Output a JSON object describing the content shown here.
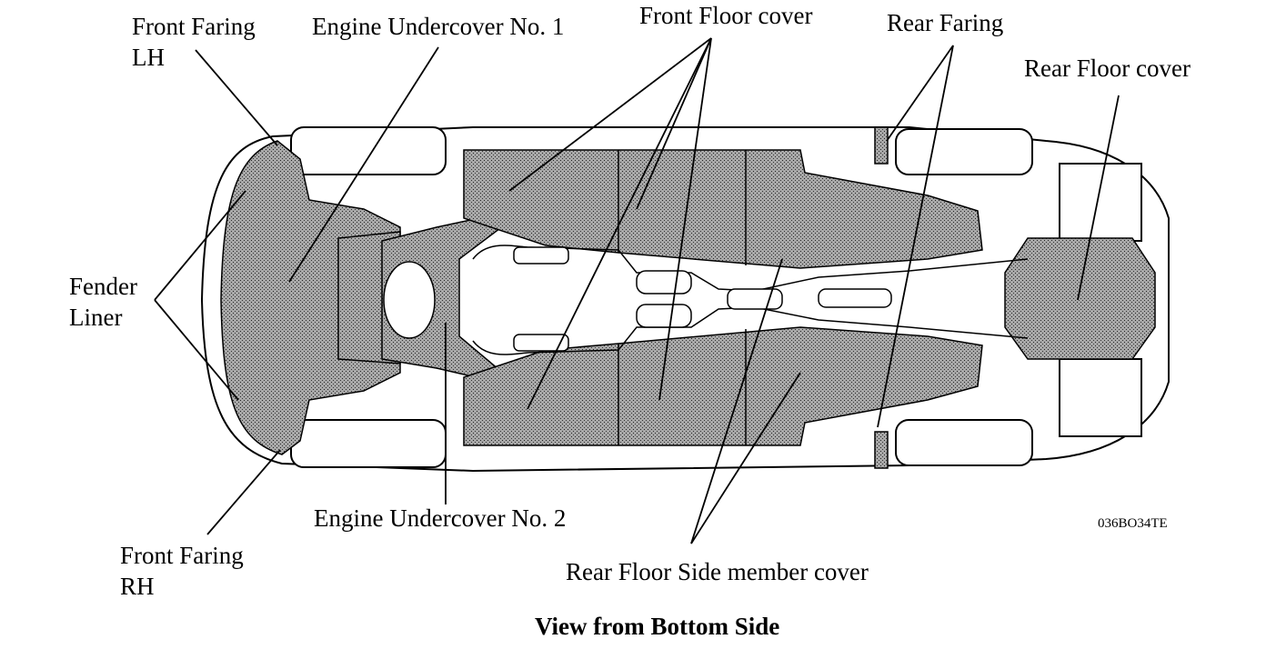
{
  "labels": {
    "front_faring_lh_1": "Front Faring",
    "front_faring_lh_2": "LH",
    "engine_undercover_1": "Engine Undercover No. 1",
    "front_floor_cover": "Front Floor cover",
    "rear_faring": "Rear Faring",
    "rear_floor_cover": "Rear Floor cover",
    "fender_liner_1": "Fender",
    "fender_liner_2": "Liner",
    "engine_undercover_2": "Engine Undercover No. 2",
    "front_faring_rh_1": "Front Faring",
    "front_faring_rh_2": "RH",
    "rear_floor_side_member_cover": "Rear Floor Side member cover",
    "figure_code": "036BO34TE"
  },
  "caption": "View from Bottom Side",
  "colors": {
    "line": "#000000",
    "cover_fill": "#9a9a9a",
    "background": "#ffffff"
  }
}
